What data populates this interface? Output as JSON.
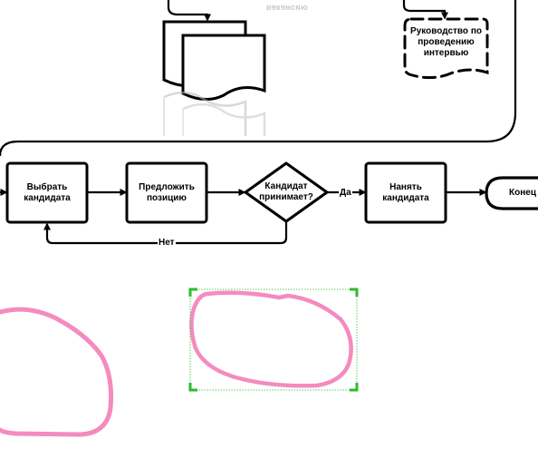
{
  "colors": {
    "stroke": "#000000",
    "reflection": "#c8c8c8",
    "highlighter": "#f48bbf",
    "selection": "#2dbb2d"
  },
  "diagram": {
    "reflection_text": "вакансию",
    "guide_note": "Руководство по\nпроведению\nинтервью",
    "nodes": {
      "choose_candidate": "Выбрать\nкандидата",
      "offer_position": "Предложить\nпозицию",
      "decision": "Кандидат\nпринимает?",
      "hire_candidate": "Нанять\nкандидата",
      "end": "Конец"
    },
    "edges": {
      "yes": "Да",
      "no": "Нет"
    }
  }
}
